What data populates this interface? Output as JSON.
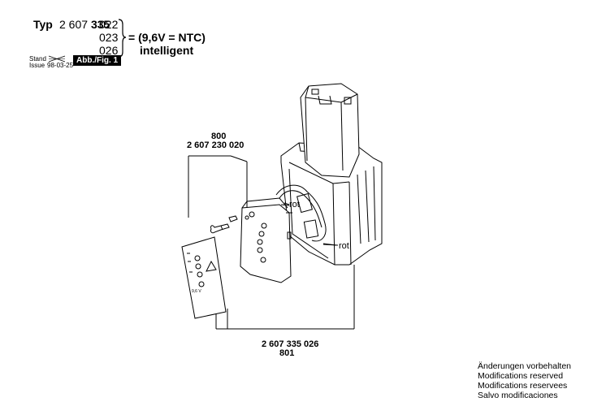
{
  "header": {
    "typ_label": "Typ",
    "typ_prefix": "2 607",
    "typ_bold": "335",
    "suffix_1": "022",
    "suffix_2": "023",
    "suffix_3": "026",
    "spec_line1": "= (9,6V = NTC)",
    "spec_line2": "intelligent",
    "stand_label": "Stand",
    "issue_label": "Issue",
    "issue_date": "98-03-25",
    "figure_label": "Abb./Fig. 1"
  },
  "parts": {
    "top_number": "800",
    "top_part": "2 607 230 020",
    "bottom_part": "2 607 335 026",
    "bottom_number": "801",
    "wire_label_1": "rot",
    "wire_label_2": "rot"
  },
  "footer": {
    "notes": [
      "Änderungen vorbehalten",
      "Modifications reserved",
      "Modifications reservees",
      "Salvo modificaciones"
    ]
  }
}
